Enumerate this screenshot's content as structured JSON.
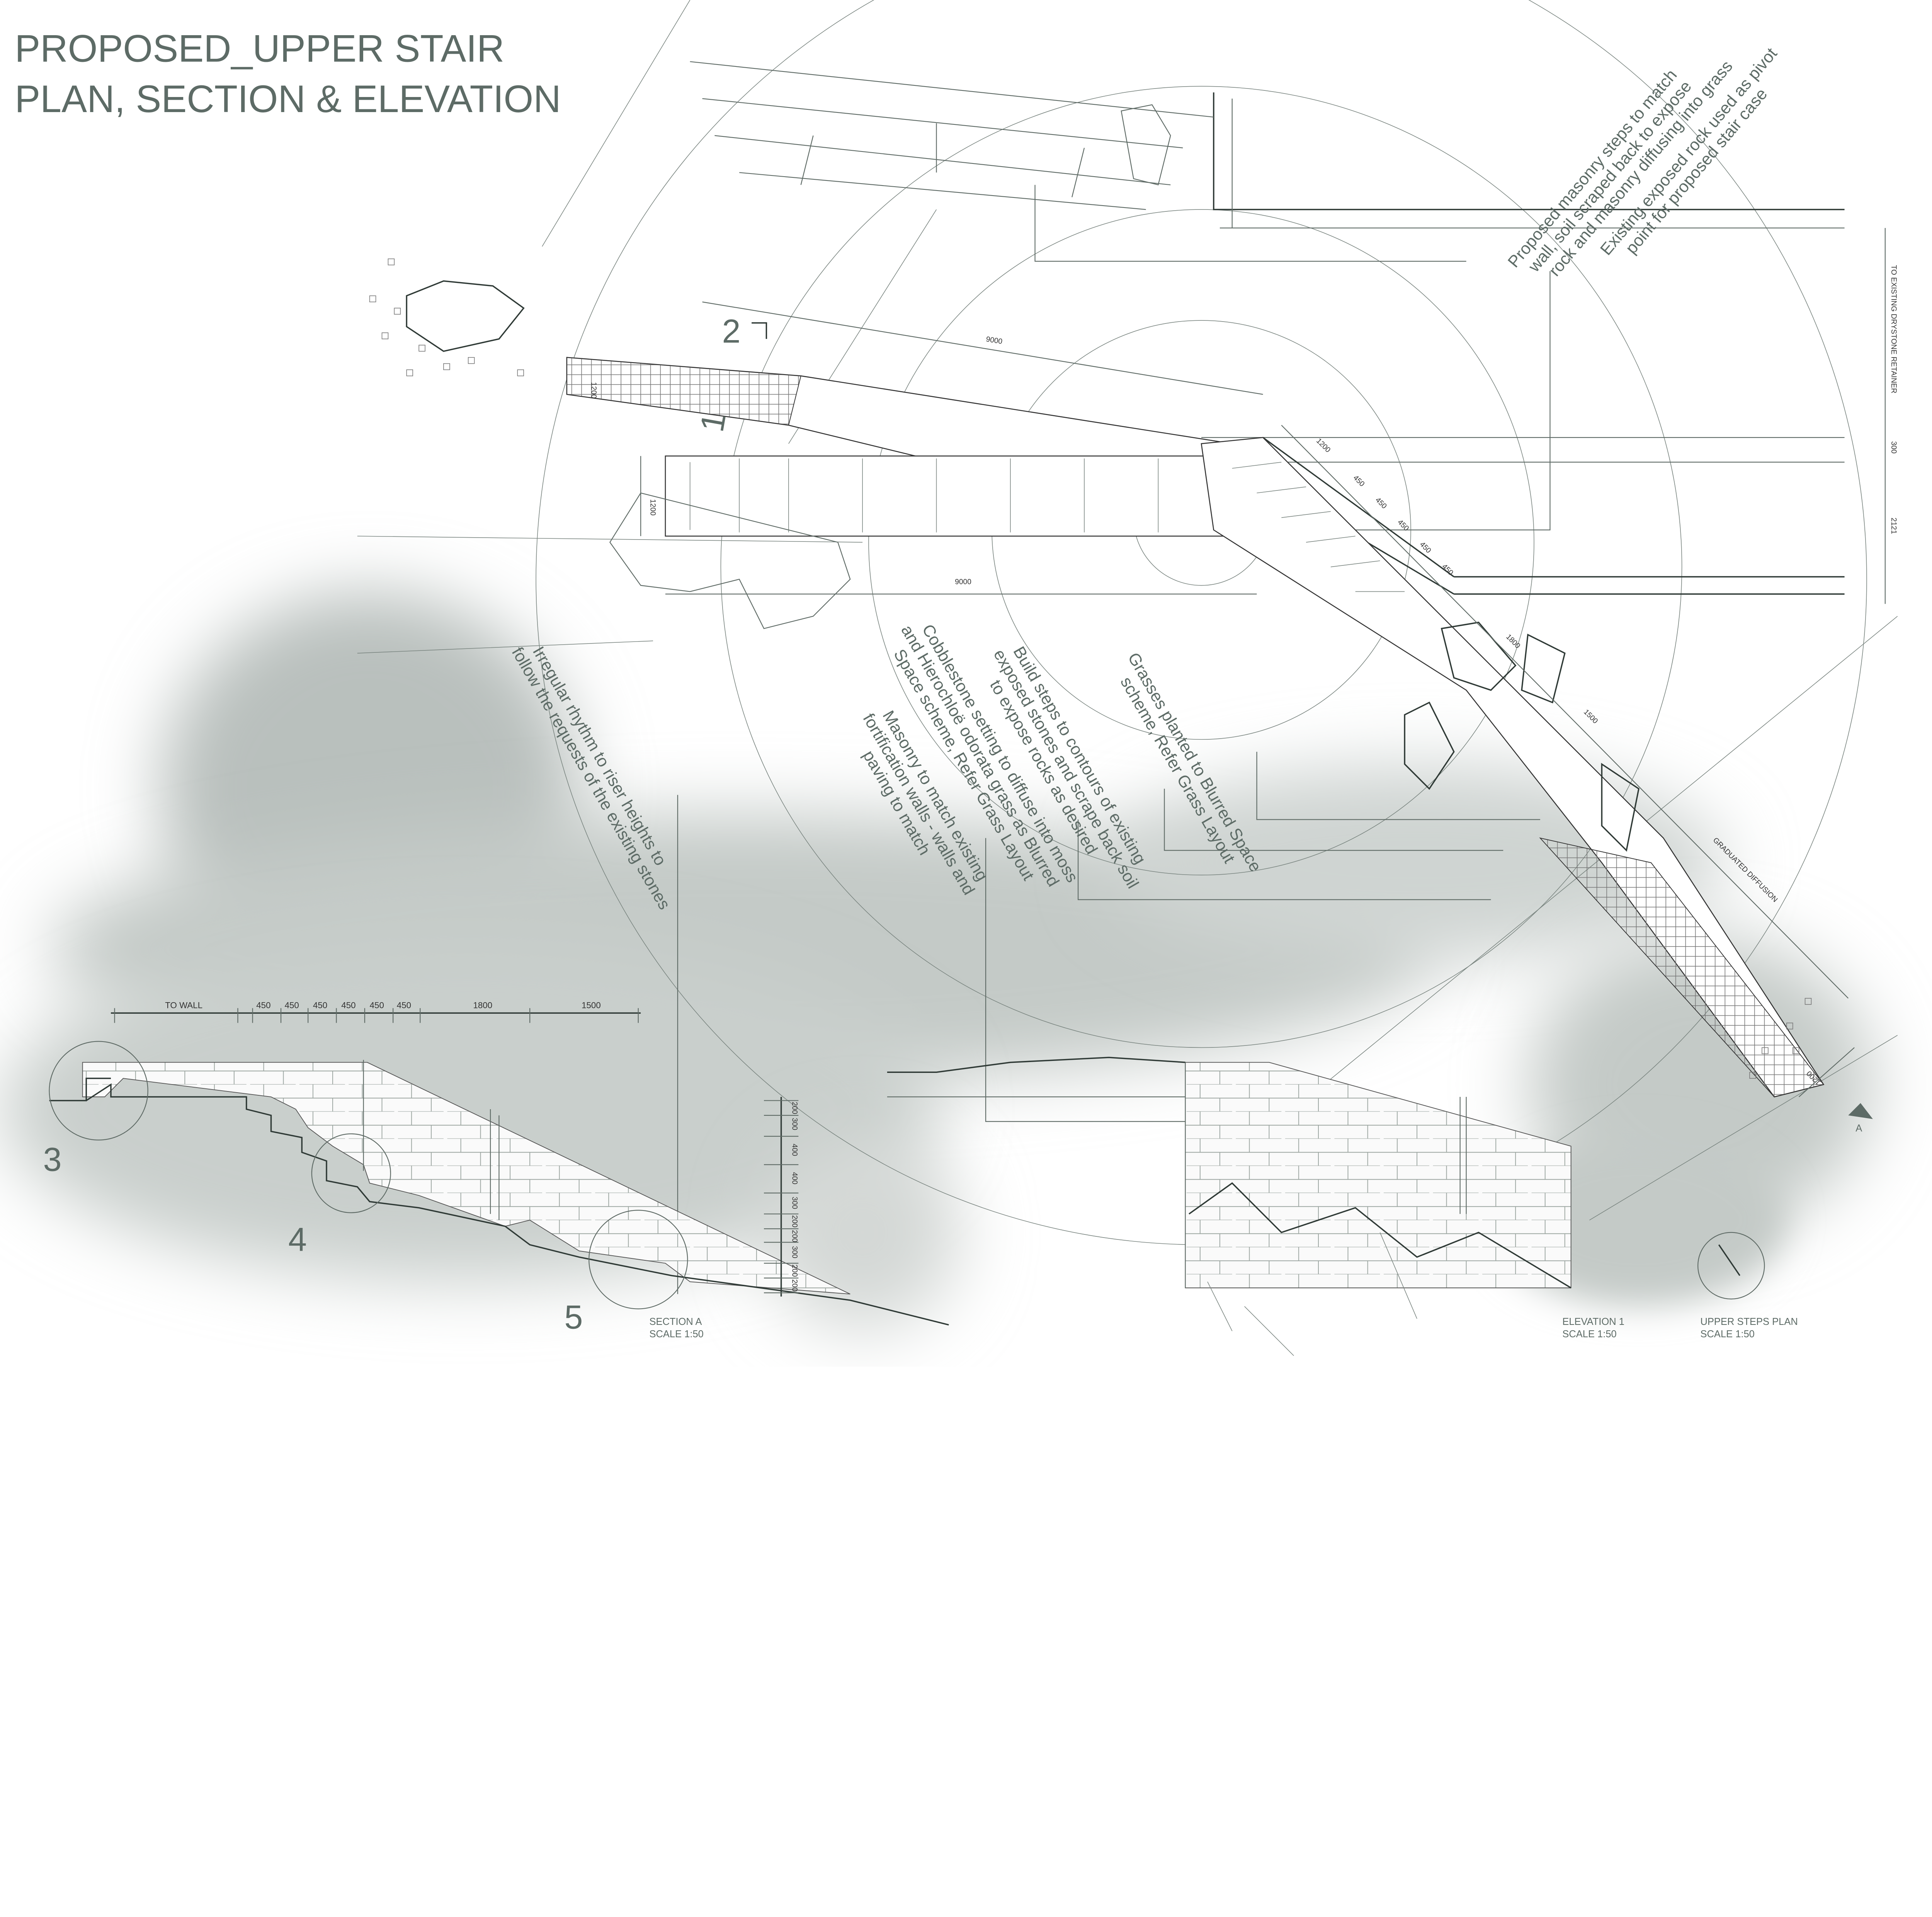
{
  "title": {
    "line1": "PROPOSED_UPPER STAIR",
    "line2": "PLAN, SECTION & ELEVATION"
  },
  "annotations": {
    "masonry_steps": [
      "Proposed masonry steps to match",
      "wall, soil scraped back to expose",
      "rock and masonry diffusing into grass"
    ],
    "exposed_rock": [
      "Existing exposed rock used as pivot",
      "point for proposed stair case"
    ],
    "grasses": [
      "Grasses planted to Blurred Space",
      "scheme, Refer Grass Layout"
    ],
    "build_steps": [
      "Build steps to contours of  existing",
      "exposed stones and scrape back soil",
      "to expose rocks as desired"
    ],
    "cobblestone": [
      "Cobblestone setting to diffuse into moss",
      "and Hierochloë odorata grass as Blurred",
      "Space scheme, Refer Grass Layout"
    ],
    "masonry_match": [
      "Masonry to match existing",
      "fortification walls - walls and",
      "paving to match"
    ],
    "irregular_rhythm": [
      "Irregular rhythm to riser heights to",
      "follow the requests of the existing stones"
    ]
  },
  "plan_dimensions": {
    "top_length": "9000",
    "bottom_length": "9000",
    "upper_width": "1200",
    "lower_width": "1200",
    "landing_width": "1200",
    "treads": [
      "450",
      "450",
      "450",
      "450",
      "450"
    ],
    "run_1": "1800",
    "run_2": "1500",
    "end_width": "1200",
    "retainer_label": "TO EXISTING DRYSTONE RETAINER",
    "retainer_gap": "300",
    "retainer_depth": "2121",
    "diffusion_label": "GRADUATED DIFFUSION"
  },
  "section_dimensions": {
    "horizontal": [
      "TO WALL",
      "450",
      "450",
      "450",
      "450",
      "450",
      "450",
      "1800",
      "1500"
    ],
    "vertical": [
      "200",
      "300",
      "400",
      "400",
      "300",
      "200",
      "200",
      "300",
      "200",
      "200"
    ]
  },
  "markers": {
    "section_cut_2": "2",
    "section_cut_1": "1",
    "detail_3": "3",
    "detail_4": "4",
    "detail_5": "5",
    "section_mark": "A"
  },
  "captions": {
    "section": {
      "name": "SECTION A",
      "scale": "SCALE 1:50"
    },
    "elevation": {
      "name": "ELEVATION 1",
      "scale": "SCALE 1:50"
    },
    "plan": {
      "name": "UPPER STEPS PLAN",
      "scale": "SCALE 1:50"
    }
  },
  "colors": {
    "text": "#5d6b66",
    "shadow": "#c9cfcc",
    "line": "#2f3a36"
  }
}
